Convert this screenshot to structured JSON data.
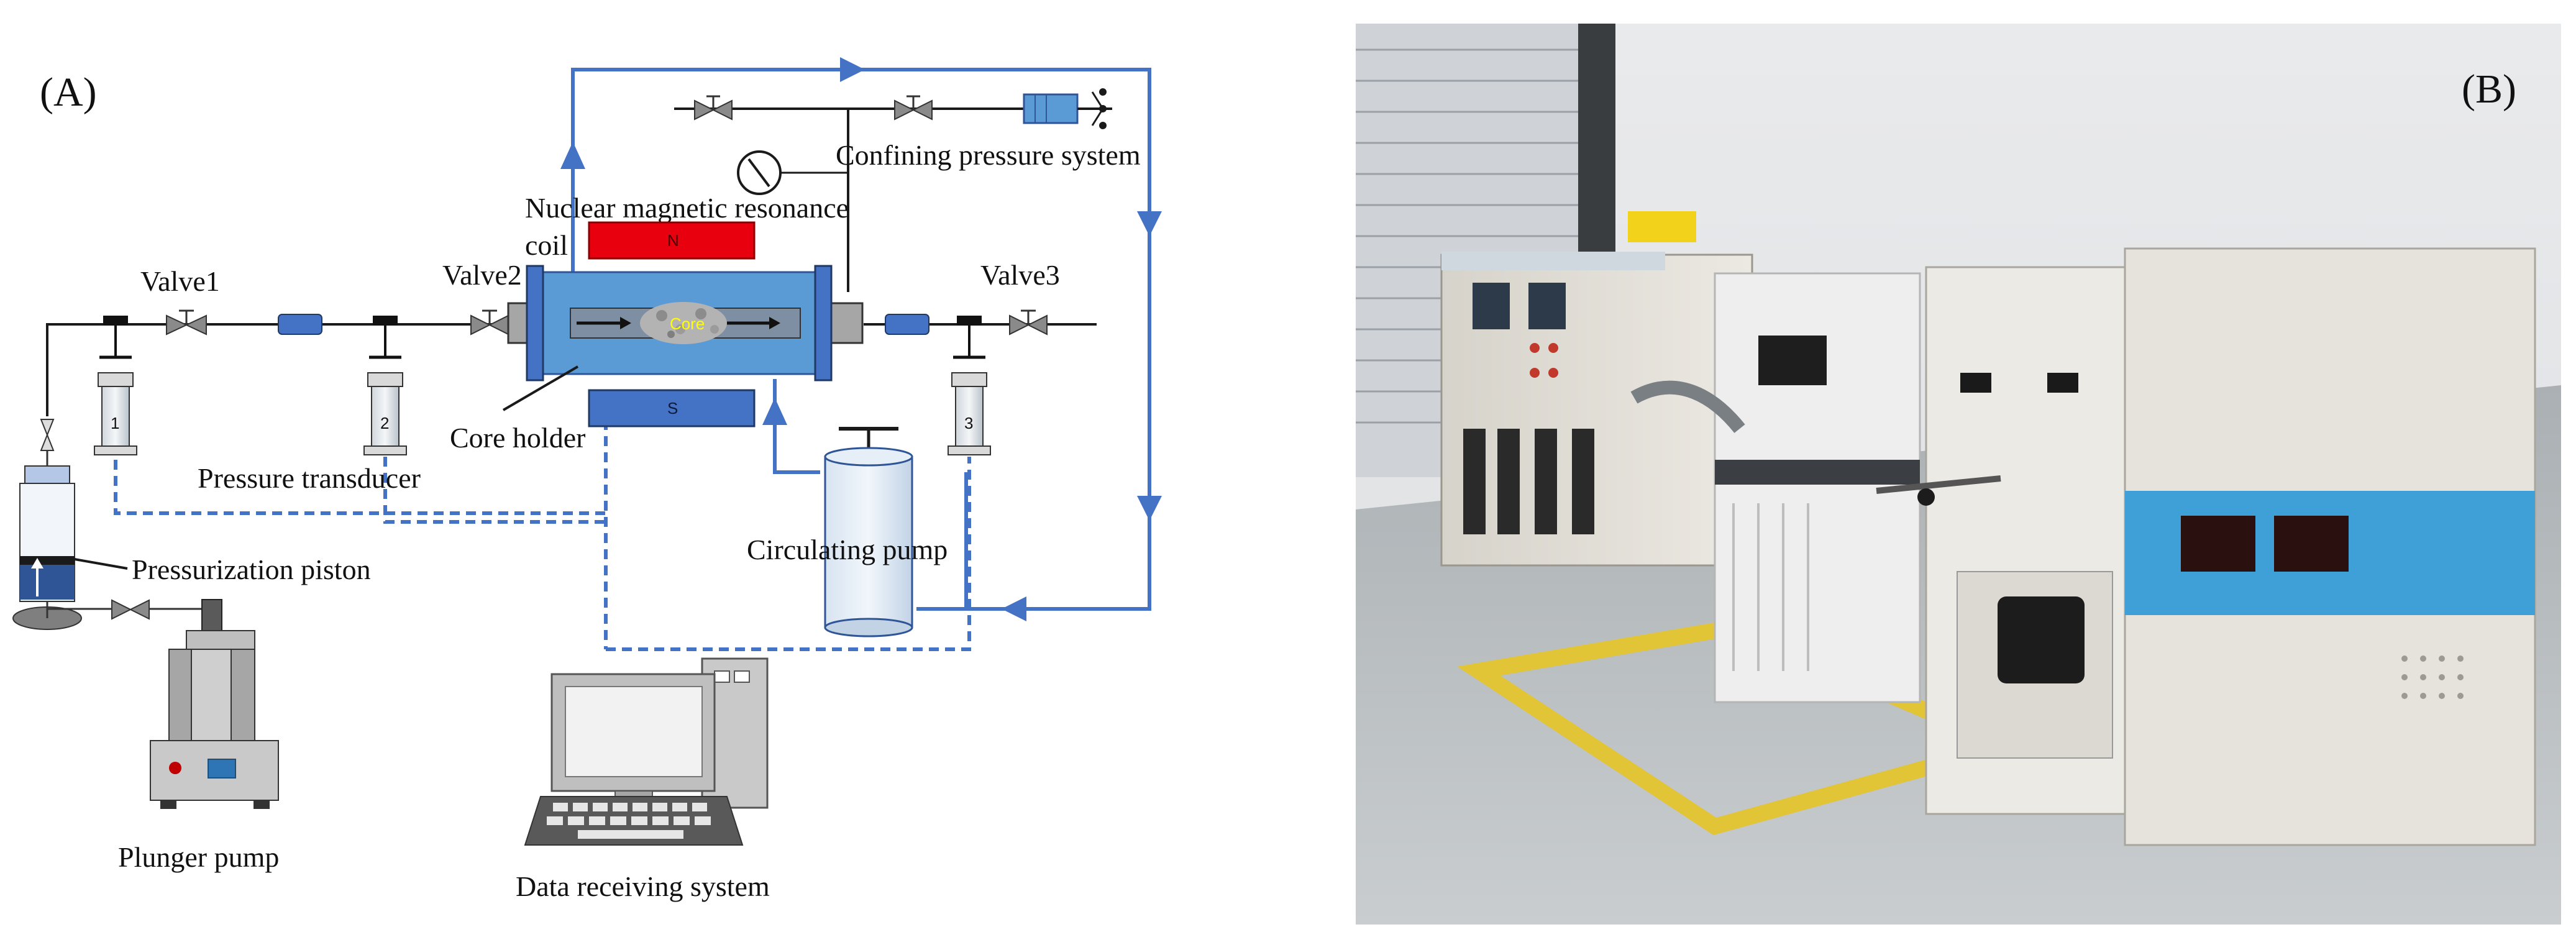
{
  "panels": {
    "a_letter": "(A)",
    "b_letter": "(B)"
  },
  "labels": {
    "valve1": "Valve1",
    "valve2": "Valve2",
    "valve3": "Valve3",
    "confining_pressure_system": "Confining pressure system",
    "nmr_coil_line1": "Nuclear magnetic resonance",
    "nmr_coil_line2": "coil",
    "core": "Core",
    "core_holder": "Core holder",
    "pressure_transducer": "Pressure transducer",
    "circulating_pump": "Circulating pump",
    "pressurization_piston": "Pressurization piston",
    "plunger_pump": "Plunger pump",
    "data_receiving_system": "Data receiving system",
    "magnet_n": "N",
    "magnet_s": "S",
    "transducer_1": "1",
    "transducer_2": "2",
    "transducer_3": "3"
  },
  "colors": {
    "pipe_black": "#1a1a1a",
    "flow_blue": "#4472c4",
    "holder_blue": "#5b9bd5",
    "magnet_red": "#e8000f",
    "magnet_blue": "#4472c4",
    "core_text": "#ffff00"
  },
  "photo": {
    "description_icon": "laboratory-equipment-photo"
  }
}
